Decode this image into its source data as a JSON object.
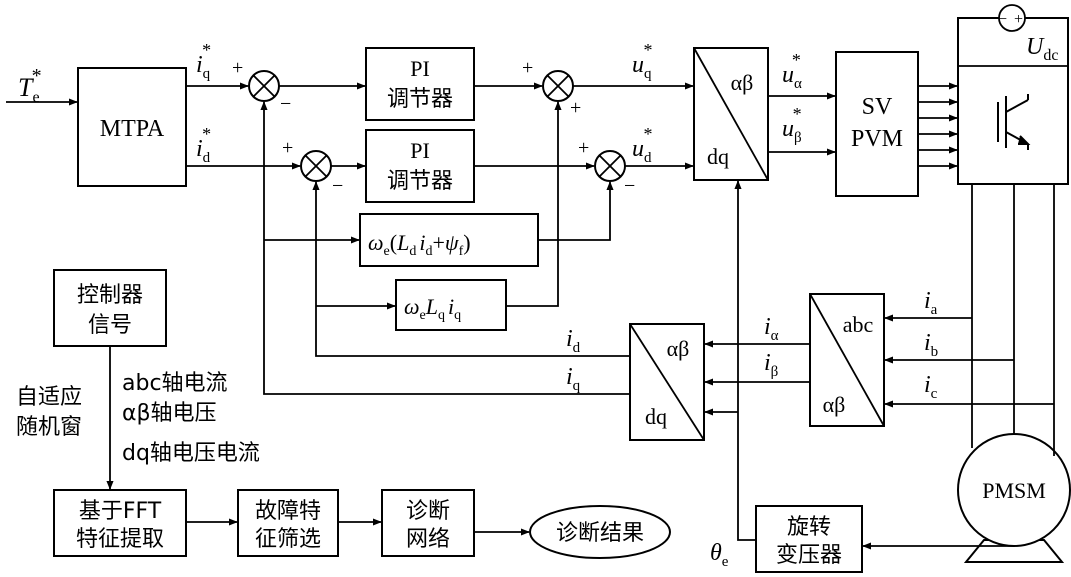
{
  "blocks": {
    "mtpa": "MTPA",
    "pi_line1": "PI",
    "pi_line2": "调节器",
    "svpwm_line1": "SV",
    "svpwm_line2": "PVM",
    "ctrl_line1": "控制器",
    "ctrl_line2": "信号",
    "fft_line1": "基于FFT",
    "fft_line2": "特征提取",
    "fault_line1": "故障特",
    "fault_line2": "征筛选",
    "net_line1": "诊断",
    "net_line2": "网络",
    "result": "诊断结果",
    "resolver_line1": "旋转",
    "resolver_line2": "变压器",
    "motor": "PMSM",
    "ab": "αβ",
    "dq": "dq",
    "abc": "abc"
  },
  "signals": {
    "Te": "T",
    "Te_sub": "e",
    "star": "*",
    "i": "i",
    "u": "u",
    "sub_q": "q",
    "sub_d": "d",
    "sub_alpha": "α",
    "sub_beta": "β",
    "sub_a": "a",
    "sub_b": "b",
    "sub_c": "c",
    "sub_e": "e",
    "sub_f": "f",
    "sub_dc": "dc",
    "U": "U",
    "theta": "θ",
    "omega": "ω",
    "L": "L",
    "psi": "ψ",
    "paren_open": "(",
    "paren_close": ")",
    "plus": "+",
    "minus": "−"
  },
  "window_label": {
    "line1": "自适应",
    "line2": "随机窗"
  },
  "data_label": {
    "line1": "abc轴电流",
    "line2": "αβ轴电压",
    "line3": "dq轴电压电流"
  }
}
